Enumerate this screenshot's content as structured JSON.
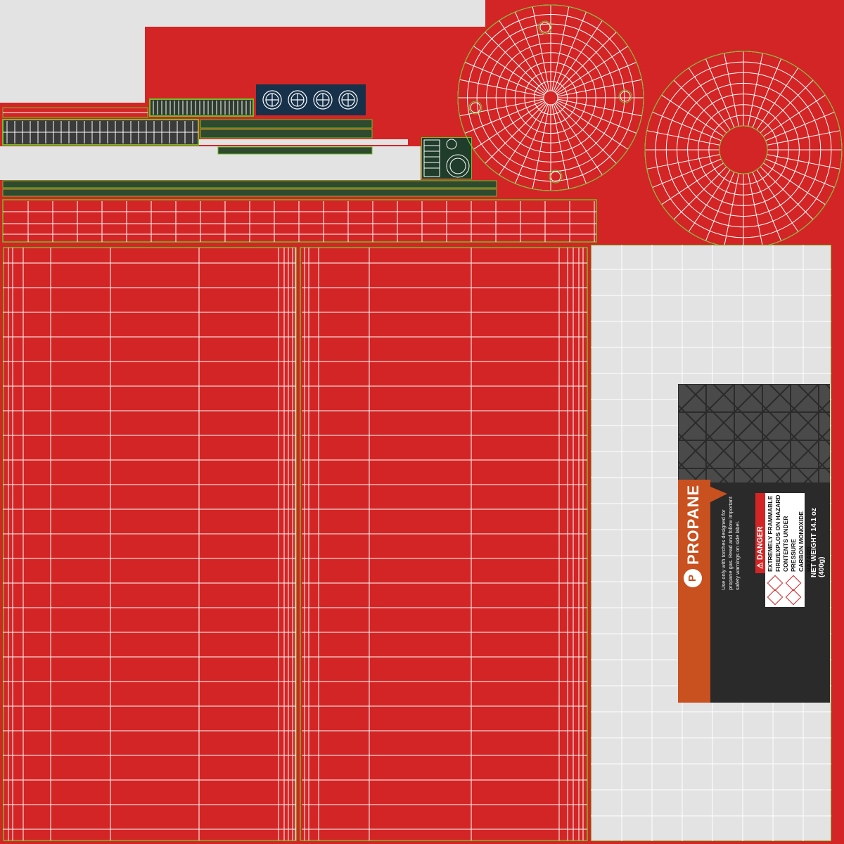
{
  "texture": {
    "colors": {
      "red": "#d32525",
      "gray": "#e3e3e3",
      "wire": "#ffffff",
      "seam": "#6fbf2a",
      "dark_panel": "#17314a",
      "label_dark": "#2a2a2a",
      "label_orange": "#c9501f"
    }
  },
  "label": {
    "brand": "PROPANE",
    "brand_badge": "P",
    "instructions": "Use only with torches designed for propane gas. Read and follow important safety warnings on side label.",
    "danger_title": "DANGER",
    "hazards": [
      "EXTREMELY FRAMMABLE",
      "FIRE/EXPLOS ON HAZARD",
      "CONTENTS UNDER PRESSURE",
      "CARBON MONOXIDE HAZARD"
    ],
    "net_weight": "NET WEIGHT 14.1 oz (400g)"
  }
}
